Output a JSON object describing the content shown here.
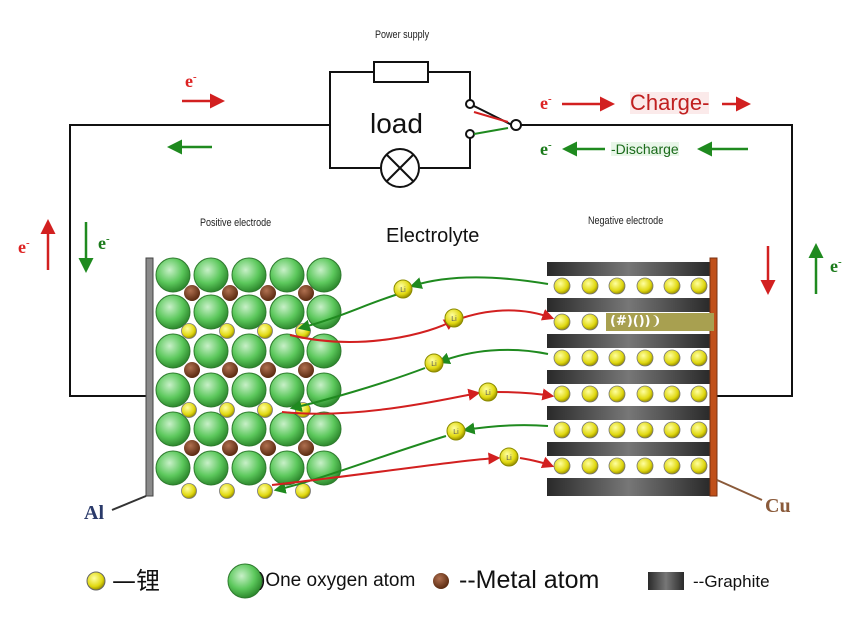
{
  "labels": {
    "power_supply": "Power supply",
    "load": "load",
    "charge": "Charge-",
    "discharge": "-Discharge",
    "positive_electrode": "Positive electrode",
    "negative_electrode": "Negative electrode",
    "electrolyte": "Electrolyte",
    "al": "Al",
    "cu": "Cu",
    "graphite_overlay": "(#)())❩",
    "electron": "e",
    "electron_sup": "-"
  },
  "legend": {
    "lithium": "—锂",
    "oxygen": ")One oxygen atom",
    "metal": "--Metal atom",
    "graphite": "--Graphite"
  },
  "ion_label": "Li",
  "colors": {
    "charge_red": "#d22020",
    "discharge_green": "#1f8a1f",
    "oxygen_fill": "#5cc85c",
    "metal_fill": "#7a4020",
    "lithium_fill": "#e8e010",
    "graphite_dark": "#3a3a3a",
    "copper": "#c0501a"
  }
}
